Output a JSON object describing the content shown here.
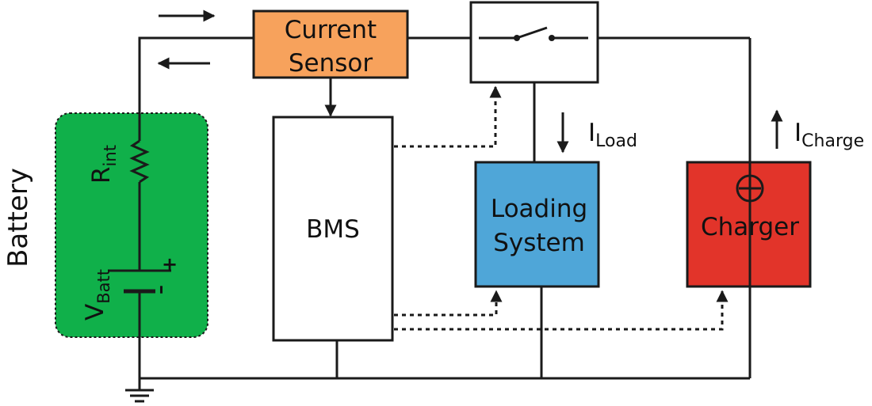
{
  "battery": {
    "label": "Battery",
    "fill": "#10b04a",
    "r_main": "R",
    "r_sub": "int",
    "v_main": "V",
    "v_sub": "Batt",
    "plus": "+",
    "minus": "–"
  },
  "current_sensor": {
    "line1": "Current",
    "line2": "Sensor",
    "fill": "#f7a25c"
  },
  "bms": {
    "label": "BMS",
    "fill": "#ffffff"
  },
  "loading_system": {
    "line1": "Loading",
    "line2": "System",
    "fill": "#4fa6d8"
  },
  "charger": {
    "label": "Charger",
    "fill": "#e2342a"
  },
  "currents": {
    "load_main": "I",
    "load_sub": "Load",
    "charge_main": "I",
    "charge_sub": "Charge"
  }
}
